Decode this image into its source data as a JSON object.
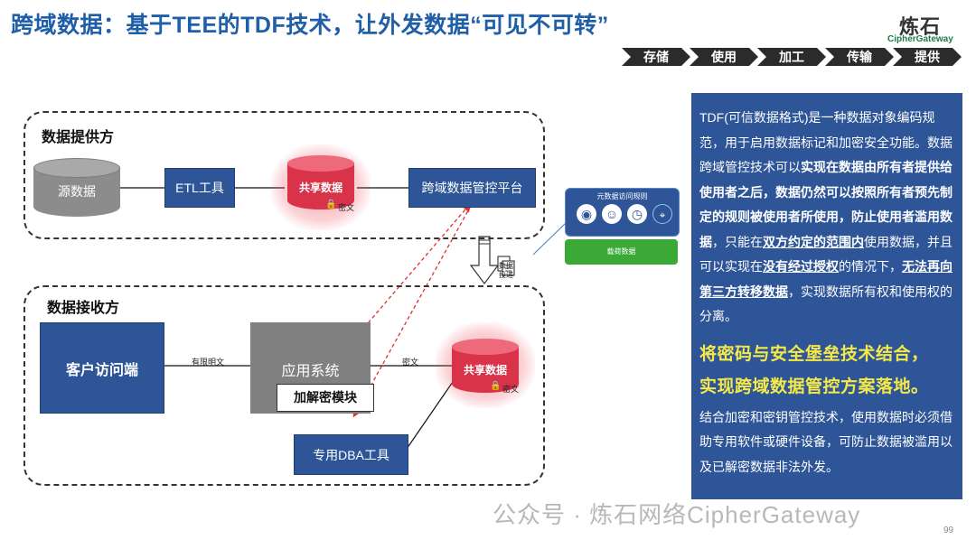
{
  "header": {
    "title": "跨域数据：基于TEE的TDF技术，让外发数据“可见不可转”",
    "logo_cn": "炼石",
    "logo_en": "CipherGateway",
    "steps": [
      "存储",
      "使用",
      "加工",
      "传输",
      "提供"
    ]
  },
  "provider": {
    "title": "数据提供方",
    "source_db": "源数据",
    "etl": "ETL工具",
    "shared_db": "共享数据",
    "ciphertext": "密文",
    "platform": "跨域数据管控平台"
  },
  "rules_card": {
    "title": "元数据访问规则",
    "payload": "载荷数据"
  },
  "transfer": {
    "label_line1": "数据",
    "label_line2": "投递"
  },
  "receiver": {
    "title": "数据接收方",
    "client": "客户访问端",
    "plaintext_label": "有限明文",
    "app_system": "应用系统",
    "crypto_module": "加解密模块",
    "cipher_label": "密文",
    "shared_db": "共享数据",
    "ciphertext": "密文",
    "dba_tool": "专用DBA工具"
  },
  "info": {
    "p1_a": "TDF(可信数据格式)是一种数据对象编码规范，用于启用数据标记和加密安全功能。数据跨域管控技术可以",
    "p1_b": "实现在数据由所有者提供给使用者之后，数据仍然可以按照所有者预先制定的规则被使用者所使用，防止使用者滥用数据",
    "p1_c": "，只能在",
    "p1_d": "双方约定的范围内",
    "p1_e": "使用数据，并且可以实现在",
    "p1_f": "没有经过授权",
    "p1_g": "的情况下，",
    "p1_h": "无法再向第三方转移数据",
    "p1_i": "，实现数据所有权和使用权的分离。",
    "highlight_1": "将密码与安全堡垒技术结合，",
    "highlight_2": "实现跨域数据管控方案落地。",
    "p3": "结合加密和密钥管控技术，使用数据时必须借助专用软件或硬件设备，可防止数据被滥用以及已解密数据非法外发。"
  },
  "footer": {
    "watermark": "公众号 · 炼石网络CipherGateway",
    "page_number": "99"
  },
  "colors": {
    "title_blue": "#1f5fa8",
    "box_blue": "#2d5597",
    "highlight_yellow": "#f5e94a",
    "shared_red": "#e8344a",
    "arrow_red": "#e03030",
    "green": "#3aa935"
  }
}
